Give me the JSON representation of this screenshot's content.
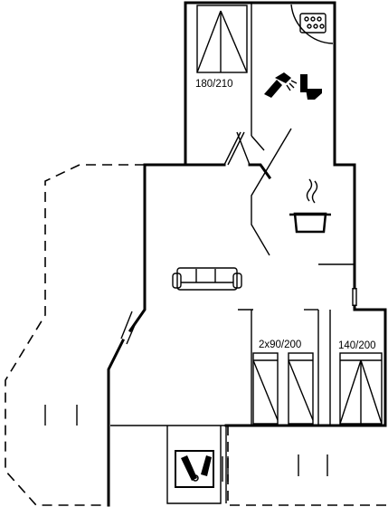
{
  "rooms": {
    "bedroom_top": {
      "bed_label": "180/210",
      "beds": 1
    },
    "bedroom_mid": {
      "bed_label": "2x90/200",
      "beds": 2
    },
    "bedroom_right": {
      "bed_label": "140/200",
      "beds": 1
    }
  },
  "icons": {
    "jacuzzi": "jacuzzi-icon",
    "shower": "shower-icon",
    "toilet": "toilet-icon",
    "kitchen": "cooking-pot-icon",
    "sofa": "sofa-icon",
    "utility": "washing-machine-icon"
  },
  "colors": {
    "line": "#000000",
    "background": "#ffffff"
  }
}
